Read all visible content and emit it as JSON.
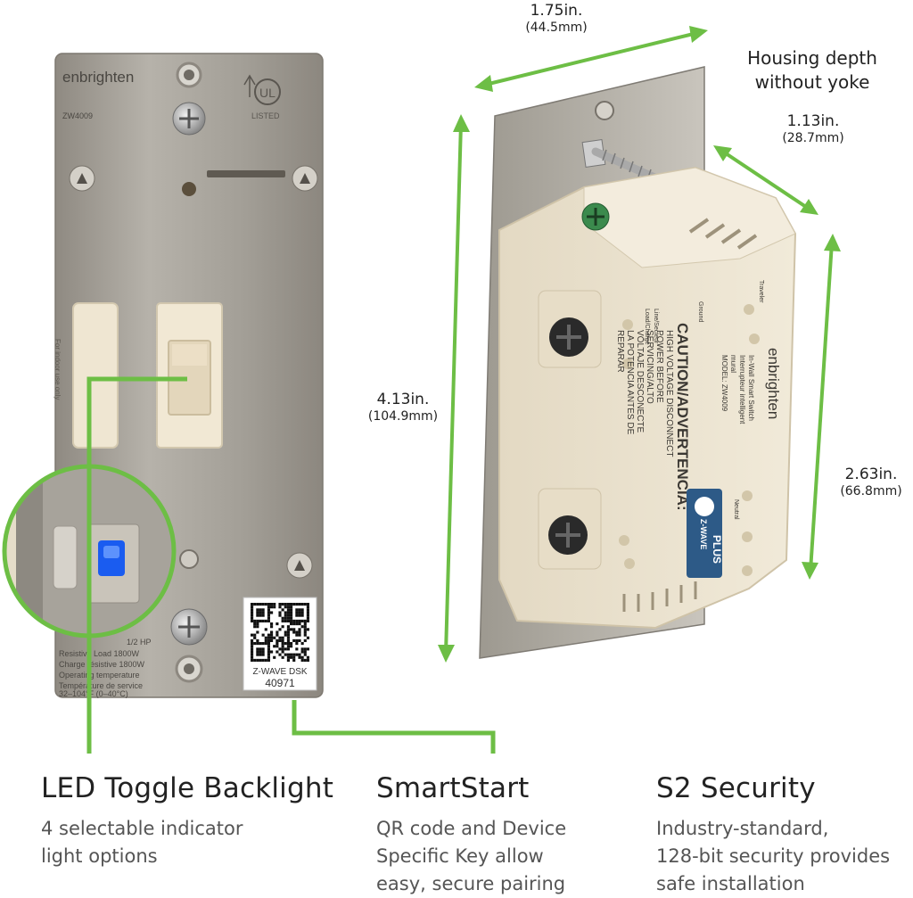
{
  "front_switch": {
    "brand": "enbrighten",
    "model": "ZW4009",
    "listing_mark": "LISTED",
    "indoor_text": "For indoor use only",
    "qr_label": "Z-WAVE DSK",
    "qr_code_number": "40971",
    "ratings_lines": [
      "1/2 HP",
      "Resistive Load 1800W",
      "Charge résistive 1800W",
      "Operating temperature",
      "Température de service",
      "32–104°F (0–40°C)"
    ]
  },
  "side_switch": {
    "brand": "enbrighten",
    "product_lines": [
      "In-Wall Smart Switch",
      "Interrupteur intelligent",
      "mural"
    ],
    "model_line": "MODEL: ZW4009",
    "caution_lines": [
      "CAUTION/ADVERTENCIA:",
      "HIGH VOLTAGE DISCONNECT",
      "POWER BEFORE",
      "SERVICING/ALTO",
      "VOLTAJE DESCONECTE",
      "LA POTENCIA ANTES DE",
      "REPARAR"
    ],
    "terminal_labels": [
      "Traveler",
      "Ground",
      "Line/Secteur",
      "Load/Charge",
      "Neutral"
    ],
    "badge_top": "Z-WAVE",
    "badge_bottom": "PLUS"
  },
  "dimensions": {
    "width": {
      "value": "1.75in.",
      "metric": "(44.5mm)"
    },
    "depth_title": [
      "Housing depth",
      "without yoke"
    ],
    "depth": {
      "value": "1.13in.",
      "metric": "(28.7mm)"
    },
    "height": {
      "value": "4.13in.",
      "metric": "(104.9mm)"
    },
    "housing_height": {
      "value": "2.63in.",
      "metric": "(66.8mm)"
    }
  },
  "features": [
    {
      "title": "LED Toggle Backlight",
      "lines": [
        "4 selectable indicator",
        "light options"
      ]
    },
    {
      "title": "SmartStart",
      "lines": [
        "QR code and Device",
        "Specific Key allow",
        "easy, secure pairing"
      ]
    },
    {
      "title": "S2 Security",
      "lines": [
        "Industry-standard,",
        "128-bit security provides",
        "safe installation"
      ]
    }
  ],
  "colors": {
    "accent_green": "#6dbe45",
    "plate_metal": "#a9a59d",
    "housing_ivory": "#ece3cf",
    "led_blue": "#1a5cf0",
    "zwave_badge": "#2d5a87"
  }
}
